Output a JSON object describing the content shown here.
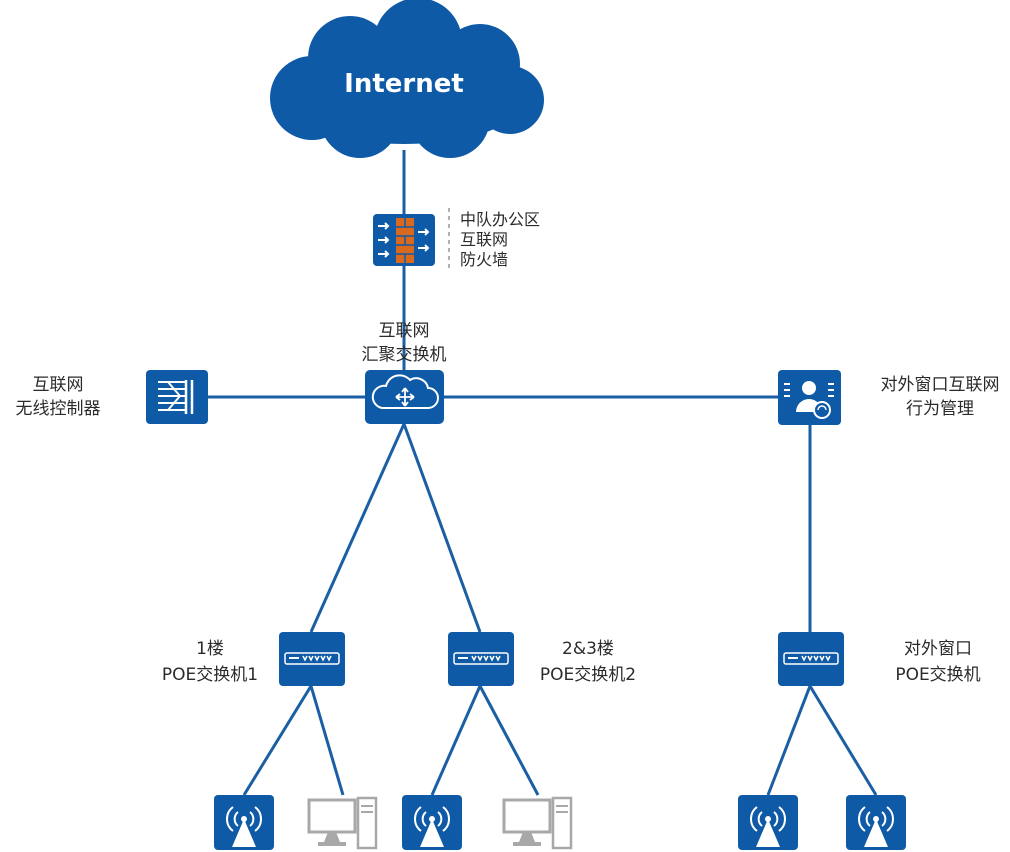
{
  "colors": {
    "device": "#0e5aa7",
    "link": "#1a5fa3",
    "firewall_brick": "#d9691f",
    "pc": "#a8a8a8"
  },
  "cloud": {
    "label": "Internet"
  },
  "firewall": {
    "lines": [
      "中队办公区",
      "互联网",
      "防火墙"
    ]
  },
  "core_switch": {
    "lines": [
      "互联网",
      "汇聚交换机"
    ]
  },
  "wireless_controller": {
    "lines": [
      "互联网",
      "无线控制器"
    ]
  },
  "behavior_mgmt": {
    "lines": [
      "对外窗口互联网",
      "行为管理"
    ]
  },
  "poe1": {
    "lines": [
      "1楼",
      "POE交换机1"
    ]
  },
  "poe2": {
    "lines": [
      "2&3楼",
      "POE交换机2"
    ]
  },
  "poe3": {
    "lines": [
      "对外窗口",
      "POE交换机"
    ]
  },
  "endpoints": [
    "wireless-ap-icon",
    "desktop-pc-icon",
    "wireless-ap-icon",
    "desktop-pc-icon",
    "wireless-ap-icon",
    "wireless-ap-icon"
  ]
}
